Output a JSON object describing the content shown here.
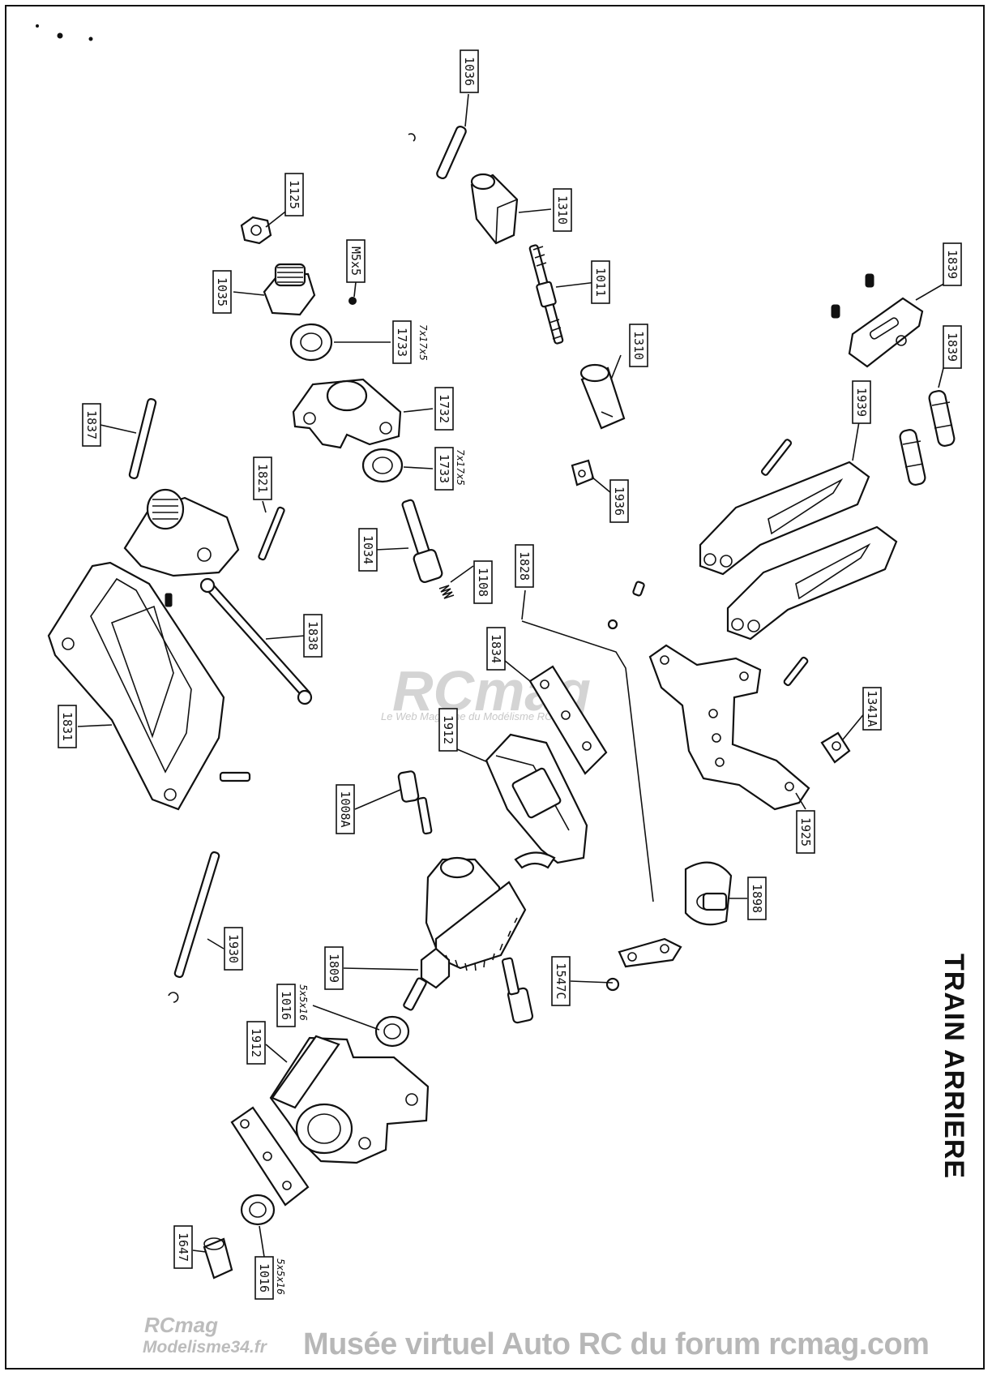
{
  "title": "TRAIN ARRIERE",
  "watermark": {
    "brand": "RCmag",
    "tagline": "Le Web Magazine du Modélisme RC"
  },
  "footer": {
    "caption": "Musée virtuel Auto RC du forum rcmag.com",
    "logo_top": "RCmag",
    "logo_bottom": "Modelisme34.fr"
  },
  "part_labels": [
    "1036",
    "1310",
    "1125",
    "M5x5",
    "1011",
    "1839",
    "1035",
    "1733",
    "1310",
    "1839",
    "1732",
    "1939",
    "1837",
    "1733",
    "1936",
    "1821",
    "1034",
    "1108",
    "1828",
    "1838",
    "1834",
    "1341A",
    "1912",
    "1831",
    "1008A",
    "1925",
    "1898",
    "1930",
    "1809",
    "1547C",
    "1016",
    "1912",
    "1016",
    "1647"
  ],
  "spec_labels": [
    "7x17x5",
    "7x17x5",
    "5x5x16",
    "5x5x16"
  ]
}
